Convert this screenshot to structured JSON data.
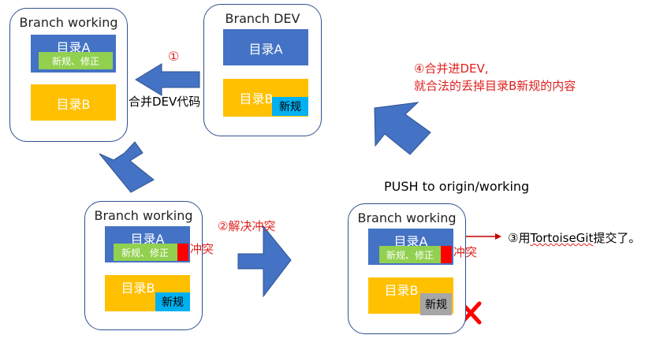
{
  "colors": {
    "blue": "#4472c4",
    "gold": "#ffc000",
    "green": "#92d050",
    "cyan": "#00b0f0",
    "gray": "#a6a6a6",
    "red": "#ff0000",
    "note_red": "#e0201c",
    "frame": "#2f4f8f"
  },
  "icons": [
    "arrow-left-shape",
    "arrow-down-left-shape",
    "arrow-right-shape",
    "arrow-up-right-shape",
    "red-x-icon",
    "red-oval-marker"
  ],
  "card1": {
    "title": "Branch working",
    "dir_a": "目录A",
    "tag_a": "新规、修正",
    "dir_b": "目录B"
  },
  "card2": {
    "title": "Branch DEV",
    "dir_a": "目录A",
    "dir_b": "目录B",
    "tag_b": "新规"
  },
  "card3": {
    "title": "Branch working",
    "dir_a": "目录A",
    "tag_a": "新规、修正",
    "dir_b": "目录B",
    "tag_b": "新规",
    "conflict": "冲突"
  },
  "card4": {
    "title": "Branch working",
    "dir_a": "目录A",
    "tag_a": "新规、修正",
    "dir_b": "目录B",
    "tag_b": "新规",
    "conflict": "冲突"
  },
  "steps": {
    "step1_num": "①",
    "step1_label": "合并DEV代码",
    "step2": "②解决冲突",
    "step3_prefix": "③用",
    "step3_tool": "TortoiseGit",
    "step3_suffix": "提交了。",
    "step4_line1": "④合并进DEV,",
    "step4_line2": "就合法的丢掉目录B新规的内容",
    "push_label": "PUSH to origin/working"
  }
}
